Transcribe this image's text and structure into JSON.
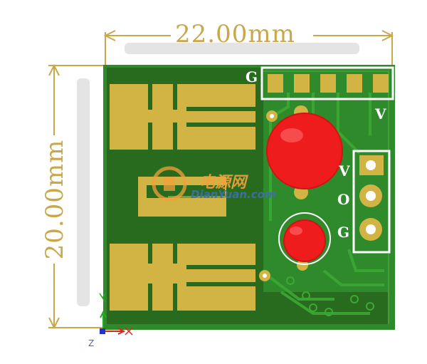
{
  "dimensions": {
    "width_label": "22.00mm",
    "height_label": "20.00mm"
  },
  "pins": {
    "header_label": "G",
    "header_end_label": "V",
    "side": [
      "V",
      "O",
      "G"
    ]
  },
  "watermark": {
    "cn": "电源网",
    "site": "DianYuan.com"
  },
  "axes": {
    "z": "Z"
  },
  "colors": {
    "board": "#2f8a2c",
    "board_dark": "#2a6e21",
    "pad": "#d2b445",
    "led": "#ee1c1c",
    "dimension": "#c8a84a",
    "highlight_box": "#ffffff"
  }
}
